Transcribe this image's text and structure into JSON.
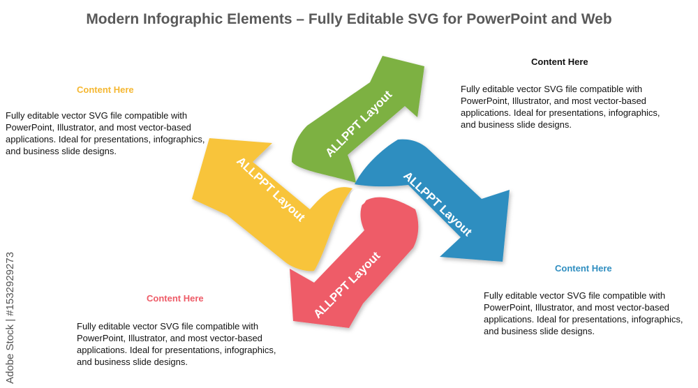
{
  "title": "Modern Infographic Elements – Fully Editable SVG for PowerPoint and Web",
  "watermark": "Adobe Stock | #1532929273",
  "arrows": [
    {
      "label": "ALLPPT Layout",
      "color": "#7db142",
      "colorDark": "#5c8a2c"
    },
    {
      "label": "ALLPPT Layout",
      "color": "#2f8ec0",
      "colorDark": "#206a92"
    },
    {
      "label": "ALLPPT Layout",
      "color": "#ee5b67",
      "colorDark": "#b83c48"
    },
    {
      "label": "ALLPPT Layout",
      "color": "#f8c43a",
      "colorDark": "#c9972a"
    }
  ],
  "blocks": [
    {
      "heading": "Content  Here",
      "color": "#f5b731",
      "text": "Fully editable vector SVG file compatible with PowerPoint, Illustrator, and most vector-based applications. Ideal for presentations, infographics, and business slide designs."
    },
    {
      "heading": "Content  Here",
      "color": "#111111",
      "text": "Fully editable vector SVG file compatible with PowerPoint, Illustrator, and most vector-based applications. Ideal for presentations, infographics, and business slide designs."
    },
    {
      "heading": "Content  Here",
      "color": "#2f8ec0",
      "text": "Fully editable vector SVG file compatible with PowerPoint, Illustrator, and most vector-based applications. Ideal for presentations, infographics, and business slide designs."
    },
    {
      "heading": "Content  Here",
      "color": "#ee5b67",
      "text": "Fully editable vector SVG file compatible with PowerPoint, Illustrator, and most vector-based applications. Ideal for presentations, infographics, and business slide designs."
    }
  ]
}
